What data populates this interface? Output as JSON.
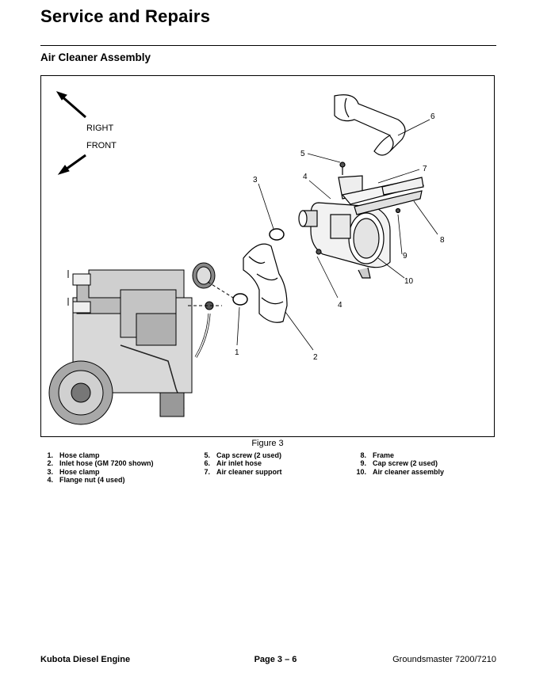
{
  "header": {
    "title": "Service and Repairs",
    "section": "Air Cleaner Assembly"
  },
  "figure": {
    "caption": "Figure 3",
    "directions": [
      "RIGHT",
      "FRONT"
    ],
    "callouts": [
      "1",
      "2",
      "3",
      "4",
      "4",
      "5",
      "6",
      "7",
      "8",
      "9",
      "10"
    ]
  },
  "legend": {
    "col1": [
      {
        "num": "1.",
        "text": "Hose clamp"
      },
      {
        "num": "2.",
        "text": "Inlet hose (GM 7200 shown)"
      },
      {
        "num": "3.",
        "text": "Hose clamp"
      },
      {
        "num": "4.",
        "text": "Flange nut (4 used)"
      }
    ],
    "col2": [
      {
        "num": "5.",
        "text": "Cap screw (2 used)"
      },
      {
        "num": "6.",
        "text": "Air inlet hose"
      },
      {
        "num": "7.",
        "text": "Air cleaner support"
      }
    ],
    "col3": [
      {
        "num": "8.",
        "text": "Frame"
      },
      {
        "num": "9.",
        "text": "Cap screw (2 used)"
      },
      {
        "num": "10.",
        "text": "Air cleaner assembly"
      }
    ]
  },
  "footer": {
    "left": "Kubota Diesel Engine",
    "center": "Page 3 – 6",
    "right": "Groundsmaster 7200/7210"
  }
}
